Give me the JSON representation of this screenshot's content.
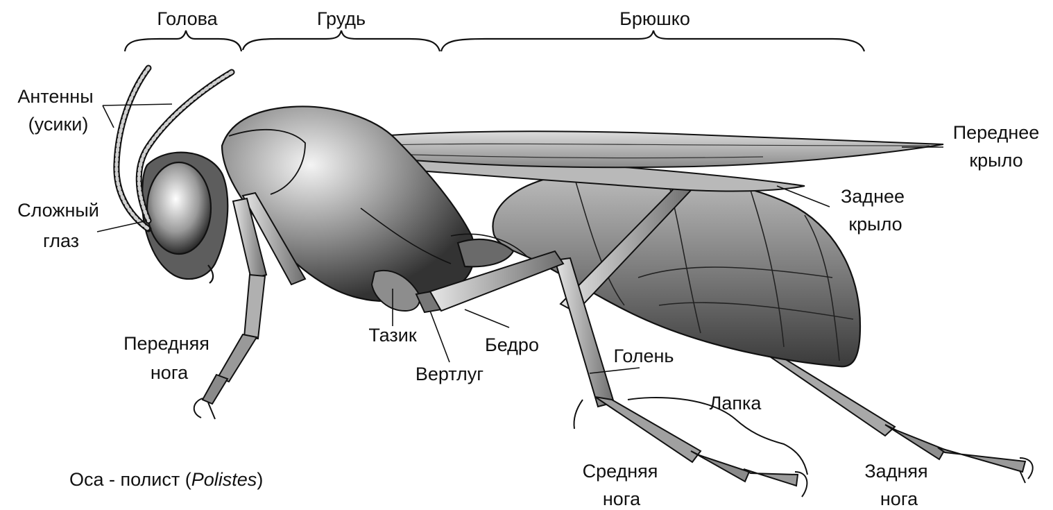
{
  "sections": {
    "head": "Голова",
    "thorax": "Грудь",
    "abdomen": "Брюшко"
  },
  "labels": {
    "antennae_line1": "Антенны",
    "antennae_line2": "(усики)",
    "compound_eye_line1": "Сложный",
    "compound_eye_line2": "глаз",
    "forewing_line1": "Переднее",
    "forewing_line2": "крыло",
    "hindwing_line1": "Заднее",
    "hindwing_line2": "крыло",
    "foreleg_line1": "Передняя",
    "foreleg_line2": "нога",
    "coxa": "Тазик",
    "femur": "Бедро",
    "trochanter": "Вертлуг",
    "tibia": "Голень",
    "tarsus": "Лапка",
    "midleg_line1": "Средняя",
    "midleg_line2": "нога",
    "hindleg_line1": "Задняя",
    "hindleg_line2": "нога"
  },
  "caption": {
    "prefix": "Оса - полист (",
    "genus": "Polistes",
    "suffix": ")"
  }
}
